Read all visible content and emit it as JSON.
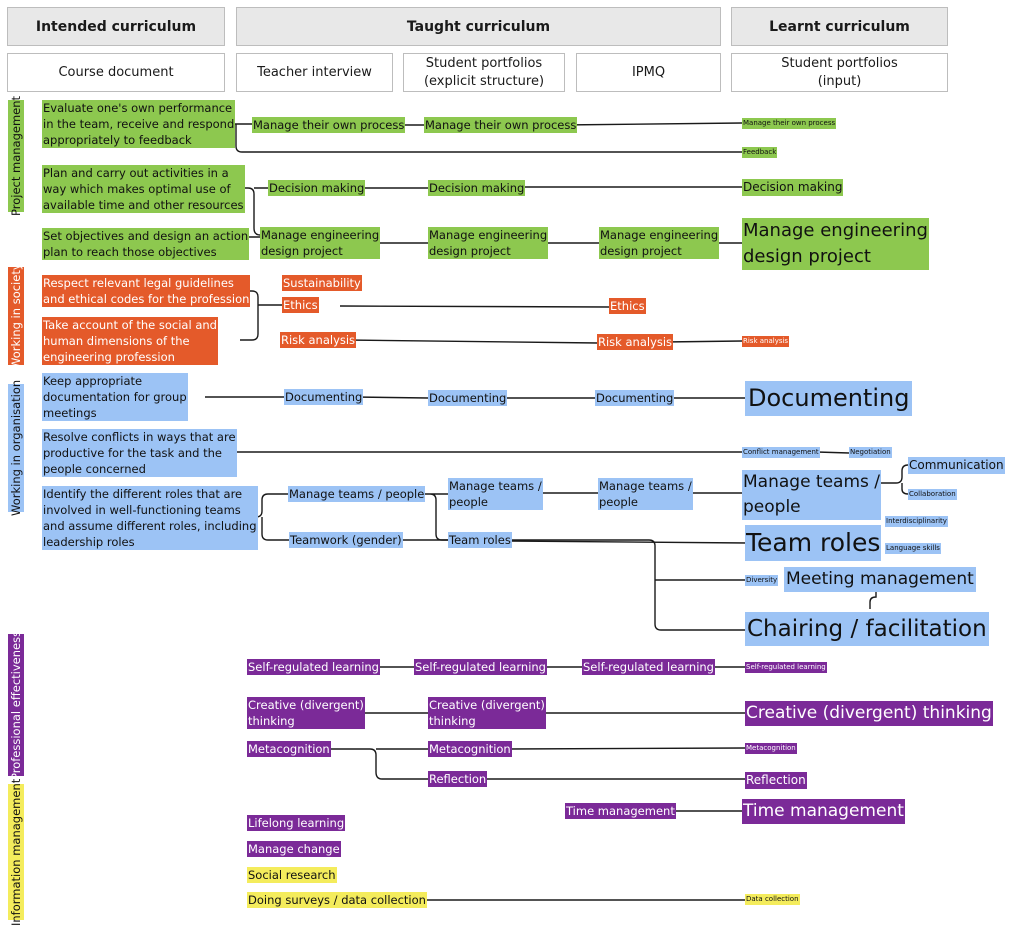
{
  "headers": {
    "intended": "Intended curriculum",
    "taught": "Taught curriculum",
    "learnt": "Learnt curriculum"
  },
  "subheaders": {
    "course_document": "Course document",
    "teacher_interview": "Teacher interview",
    "student_portfolios_explicit": "Student portfolios\n(explicit structure)",
    "ipmq": "IPMQ",
    "student_portfolios_input": "Student portfolios\n(input)"
  },
  "categories": {
    "project_management": "Project management",
    "working_in_society": "Working in society",
    "working_in_organisation": "Working in organisation",
    "professional_effectiveness": "Professional effectiveness",
    "information_management": "Information management"
  },
  "colors": {
    "project_management": "#8dc84f",
    "working_in_society": "#e45a2a",
    "working_in_organisation": "#9cc3f5",
    "professional_effectiveness": "#7b2a98",
    "information_management": "#f4ec5c",
    "header_fill": "#e8e8e8"
  },
  "intended": {
    "pm1": "Evaluate one's own performance\nin the team, receive and respond\nappropriately to feedback",
    "pm2": "Plan and carry out activities in a\nway which makes optimal use of\navailable time and other resources",
    "pm3": "Set objectives and design an action\nplan to reach those objectives",
    "ws1": "Respect relevant legal guidelines\nand ethical codes for the profession",
    "ws2": "Take account of the social and\nhuman dimensions of the\nengineering profession",
    "wo1": "Keep appropriate\ndocumentation for group\nmeetings",
    "wo2": "Resolve conflicts in ways that are\nproductive for the task and the\npeople concerned",
    "wo3": "Identify the different roles that are\ninvolved in well-functioning teams\nand assume different roles, including\nleadership roles"
  },
  "teacher": {
    "manage_own": "Manage their own process",
    "decision": "Decision making",
    "manage_eng": "Manage engineering\ndesign project",
    "sustainability": "Sustainability",
    "ethics": "Ethics",
    "risk": "Risk analysis",
    "documenting": "Documenting",
    "manage_teams": "Manage teams / people",
    "teamwork": "Teamwork (gender)",
    "self_reg": "Self-regulated learning",
    "creative": "Creative (divergent)\nthinking",
    "metacog": "Metacognition",
    "lifelong": "Lifelong learning",
    "manage_change": "Manage change",
    "social_research": "Social research",
    "surveys": "Doing surveys / data collection"
  },
  "portfolio_explicit": {
    "manage_own": "Manage their own process",
    "decision": "Decision making",
    "manage_eng": "Manage engineering\ndesign project",
    "documenting": "Documenting",
    "manage_teams": "Manage teams /\npeople",
    "team_roles": "Team roles",
    "self_reg": "Self-regulated learning",
    "creative": "Creative (divergent)\nthinking",
    "metacog": "Metacognition",
    "reflection": "Reflection"
  },
  "ipmq": {
    "manage_eng": "Manage engineering\ndesign project",
    "ethics": "Ethics",
    "risk": "Risk analysis",
    "documenting": "Documenting",
    "manage_teams": "Manage teams /\npeople",
    "self_reg": "Self-regulated learning",
    "time_mgmt": "Time management"
  },
  "learnt": {
    "manage_own": "Manage their own process",
    "feedback": "Feedback",
    "decision": "Decision making",
    "manage_eng": "Manage engineering\ndesign project",
    "risk": "Risk analysis",
    "documenting": "Documenting",
    "conflict": "Conflict management",
    "negotiation": "Negotiation",
    "communication": "Communication",
    "manage_teams": "Manage teams /\npeople",
    "collaboration": "Collaboration",
    "interdisciplinarity": "Interdisciplinarity",
    "team_roles": "Team roles",
    "language": "Language skills",
    "diversity": "Diversity",
    "meeting": "Meeting management",
    "chairing": "Chairing / facilitation",
    "self_reg": "Self-regulated learning",
    "creative": "Creative (divergent) thinking",
    "metacog": "Metacognition",
    "reflection": "Reflection",
    "time_mgmt": "Time management",
    "data_collection": "Data collection"
  }
}
